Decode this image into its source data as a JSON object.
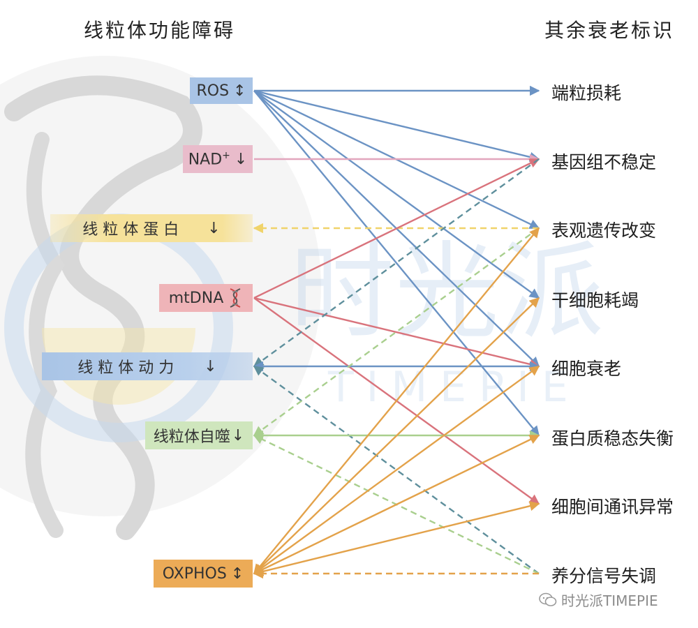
{
  "titles": {
    "left": "线粒体功能障碍",
    "right": "其余衰老标识"
  },
  "left_nodes": [
    {
      "id": "ros",
      "text": "ROS",
      "arrow": "↕",
      "color": "#a9c4e6"
    },
    {
      "id": "nad",
      "text": "NAD",
      "sup": "+",
      "arrow": "↓",
      "color": "#e9bccb"
    },
    {
      "id": "mtp",
      "text": "线粒体蛋白",
      "arrow": "↓",
      "color": "#f6e29a"
    },
    {
      "id": "mtdna",
      "text": "mtDNA",
      "color": "#efb4b8"
    },
    {
      "id": "dyn",
      "text": "线粒体动力",
      "arrow": "↓",
      "color": "#a9c4e6"
    },
    {
      "id": "auto",
      "text": "线粒体自噬",
      "arrow": "↓",
      "color": "#cfe6bd"
    },
    {
      "id": "oxphos",
      "text": "OXPHOS",
      "arrow": "↕",
      "color": "#ecab57"
    }
  ],
  "right_nodes": [
    {
      "id": "r1",
      "text": "端粒损耗"
    },
    {
      "id": "r2",
      "text": "基因组不稳定"
    },
    {
      "id": "r3",
      "text": "表观遗传改变"
    },
    {
      "id": "r4",
      "text": "干细胞耗竭"
    },
    {
      "id": "r5",
      "text": "细胞衰老"
    },
    {
      "id": "r6",
      "text": "蛋白质稳态失衡"
    },
    {
      "id": "r7",
      "text": "细胞间通讯异常"
    },
    {
      "id": "r8",
      "text": "养分信号失调"
    }
  ],
  "colors": {
    "blue": "#6b93c4",
    "pink": "#e2a6bd",
    "red": "#d9737c",
    "orange": "#e3a24a",
    "yellow": "#f0d36a",
    "green": "#a9cf8e",
    "teal": "#5e8f9c",
    "greenDash": "#a9cf8e"
  },
  "connections": [
    {
      "from": "ros",
      "to": "r1",
      "color": "blue"
    },
    {
      "from": "ros",
      "to": "r2",
      "color": "blue"
    },
    {
      "from": "ros",
      "to": "r3",
      "color": "blue"
    },
    {
      "from": "ros",
      "to": "r4",
      "color": "blue"
    },
    {
      "from": "ros",
      "to": "r5",
      "color": "blue"
    },
    {
      "from": "ros",
      "to": "r6",
      "color": "blue"
    },
    {
      "from": "nad",
      "to": "r2",
      "color": "pink"
    },
    {
      "from": "r3",
      "to": "mtp",
      "color": "yellow",
      "dashed": true
    },
    {
      "from": "mtdna",
      "to": "r2",
      "color": "red"
    },
    {
      "from": "mtdna",
      "to": "r5",
      "color": "red"
    },
    {
      "from": "mtdna",
      "to": "r7",
      "color": "red"
    },
    {
      "from": "r2",
      "to": "dyn",
      "color": "teal",
      "dashed": true
    },
    {
      "from": "dyn",
      "to": "r5",
      "color": "blue",
      "bi": true
    },
    {
      "from": "r8",
      "to": "dyn",
      "color": "teal",
      "dashed": true
    },
    {
      "from": "r3",
      "to": "auto",
      "color": "greenDash",
      "dashed": true
    },
    {
      "from": "auto",
      "to": "r6",
      "color": "green",
      "bi": true
    },
    {
      "from": "r8",
      "to": "auto",
      "color": "greenDash",
      "dashed": true
    },
    {
      "from": "oxphos",
      "to": "r3",
      "color": "orange",
      "bi": true
    },
    {
      "from": "oxphos",
      "to": "r4",
      "color": "orange",
      "bi": true
    },
    {
      "from": "oxphos",
      "to": "r5",
      "color": "orange",
      "bi": true
    },
    {
      "from": "oxphos",
      "to": "r6",
      "color": "orange",
      "bi": true
    },
    {
      "from": "oxphos",
      "to": "r7",
      "color": "orange",
      "bi": true
    },
    {
      "from": "r8",
      "to": "oxphos",
      "color": "orange",
      "dashed": true
    }
  ],
  "watermark": {
    "big": "时光派",
    "small": "TIMEPIE",
    "footer": "时光派TIMEPIE",
    "icon": "wechat-icon"
  }
}
